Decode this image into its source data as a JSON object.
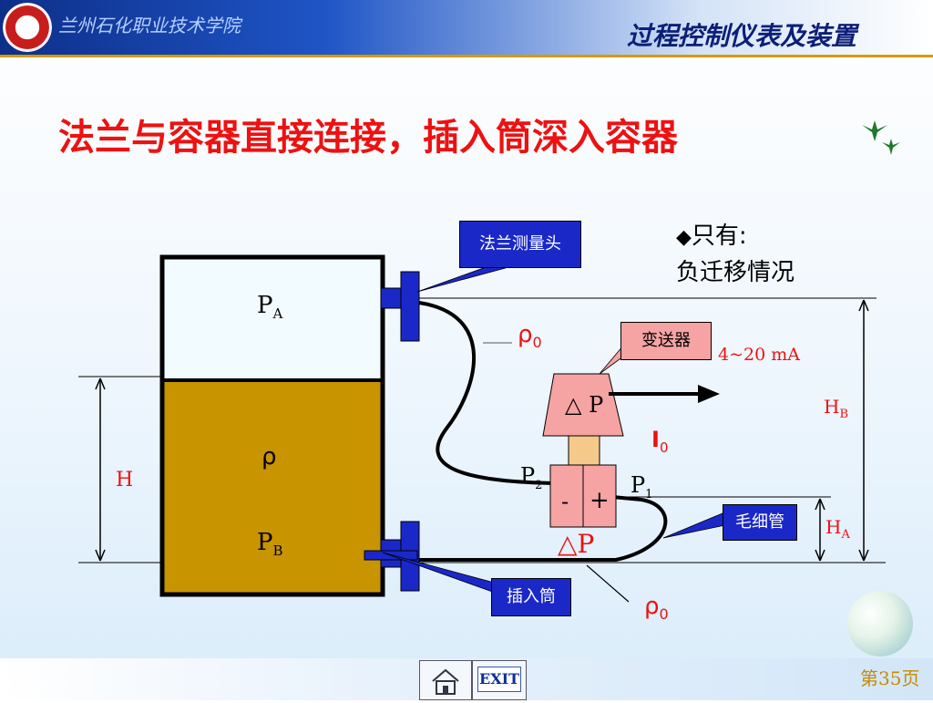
{
  "header": {
    "school_name": "兰州石化职业技术学院",
    "course_name": "过程控制仪表及装置"
  },
  "slide": {
    "title": "法兰与容器直接连接，插入筒深入容器",
    "note_bullet": "◆",
    "note_line1": "只有:",
    "note_line2": "负迁移情况"
  },
  "diagram": {
    "callout_flange": "法兰测量头",
    "callout_capillary": "毛细管",
    "callout_insert": "插入筒",
    "transmitter_label": "变送器",
    "signal_range": "4~20 mA",
    "label_PA": "P",
    "label_PA_sub": "A",
    "label_PB": "P",
    "label_PB_sub": "B",
    "label_rho": "ρ",
    "label_rho0_top": "ρ",
    "label_rho0_top_sub": "0",
    "label_rho0_bottom": "ρ",
    "label_rho0_bottom_sub": "0",
    "label_H": "H",
    "label_HB": "H",
    "label_HB_sub": "B",
    "label_HA": "H",
    "label_HA_sub": "A",
    "label_P2": "P",
    "label_P2_sub": "2",
    "label_P1": "P",
    "label_P1_sub": "1",
    "label_minus": "-",
    "label_plus": "+",
    "label_deltaP_box": "△ P",
    "label_deltaP": "△P",
    "label_I0": "I",
    "label_I0_sub": "0"
  },
  "footer": {
    "exit_label": "EXIT",
    "page_label": "第35页"
  },
  "colors": {
    "title": "#ee1111",
    "liquid": "#c89400",
    "gas": "#f2fbff",
    "callout": "#1a28c8",
    "transmitter": "#f6a3a3"
  }
}
